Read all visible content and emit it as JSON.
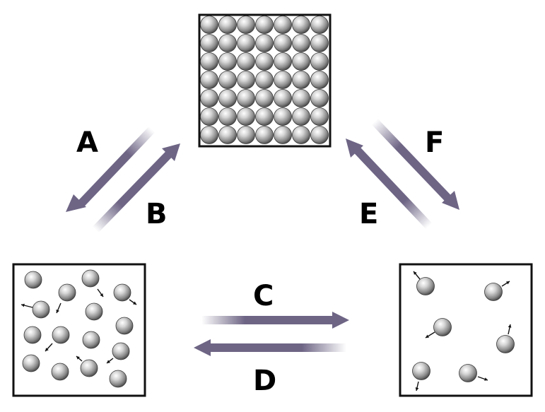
{
  "labels": {
    "a": "A",
    "b": "B",
    "c": "C",
    "d": "D",
    "e": "E",
    "f": "F"
  },
  "boxes": {
    "solid": {
      "rows": 7,
      "cols": 7
    },
    "liquid": {
      "particle_count": 15
    },
    "gas": {
      "particle_count": 6
    }
  },
  "colors": {
    "arrow": "#6e6585",
    "box_border": "#111111",
    "particle": "#a0a0a0"
  }
}
